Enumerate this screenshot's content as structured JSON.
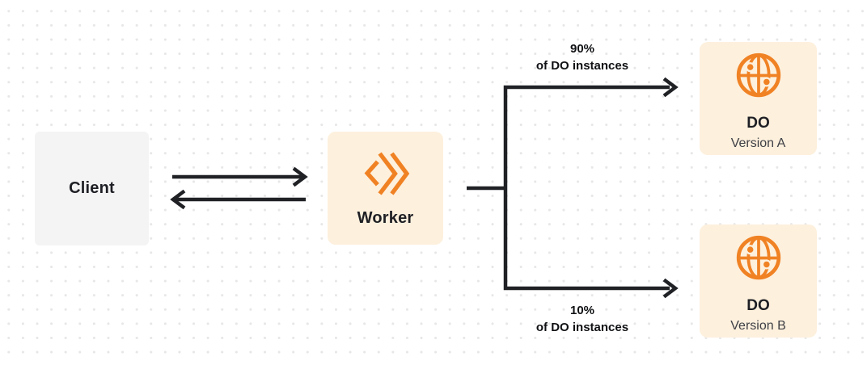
{
  "diagram": {
    "client": {
      "label": "Client"
    },
    "worker": {
      "label": "Worker"
    },
    "do_version_a": {
      "title": "DO",
      "subtitle": "Version A"
    },
    "do_version_b": {
      "title": "DO",
      "subtitle": "Version B"
    },
    "route_a_label": {
      "percent": "90%",
      "caption": "of DO instances"
    },
    "route_b_label": {
      "percent": "10%",
      "caption": "of DO instances"
    },
    "icons": {
      "worker_icon": "cloudflare-workers-chevrons",
      "do_icon": "globe-with-dots"
    },
    "colors": {
      "accent_orange": "#F08224",
      "node_cream_bg": "#FDF0DD",
      "client_gray_bg": "#F4F4F5",
      "line_dark": "#1F2125",
      "grid_dot": "#E7E7E7"
    }
  }
}
